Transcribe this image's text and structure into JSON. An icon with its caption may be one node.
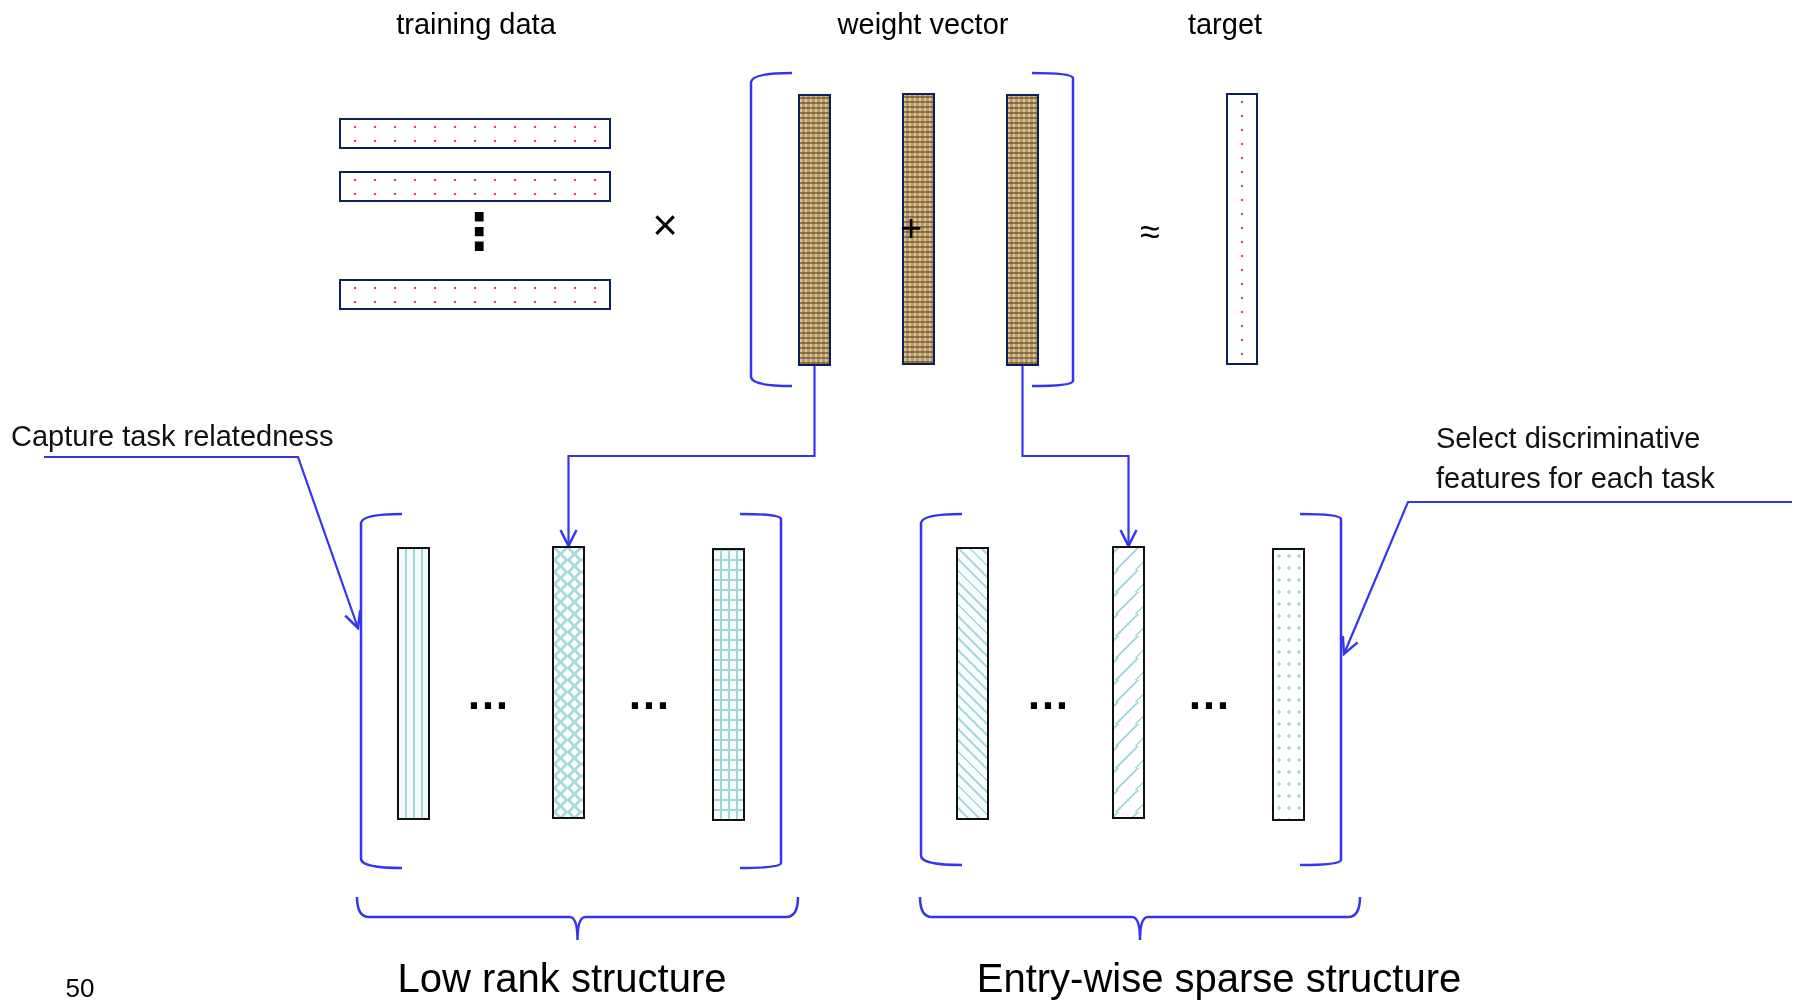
{
  "diagram": {
    "nodes": [
      {
        "text": [],
        "shape": "bar"
      },
      {
        "text": [],
        "shape": "bar"
      },
      {
        "text": [],
        "shape": "bar"
      },
      {
        "text": [],
        "shape": "bracket"
      },
      {
        "text": [],
        "shape": "bar",
        "in": 3
      },
      {
        "text": [],
        "shape": "bar",
        "in": 3
      },
      {
        "text": [],
        "shape": "bar",
        "in": 3
      },
      {
        "text": [],
        "shape": "bar"
      },
      {
        "text": [
          "Capture task relatedness"
        ]
      },
      {
        "text": [
          "Select discriminative features for each task"
        ]
      },
      {
        "text": [],
        "shape": "bracket"
      },
      {
        "text": [],
        "shape": "bar",
        "in": 10
      },
      {
        "text": [],
        "shape": "bar",
        "in": 10
      },
      {
        "text": [],
        "shape": "bar",
        "in": 10
      },
      {
        "text": [],
        "shape": "bracket"
      },
      {
        "text": [],
        "shape": "bar",
        "in": 14
      },
      {
        "text": [],
        "shape": "bar",
        "in": 14
      },
      {
        "text": [],
        "shape": "bar",
        "in": 14
      }
    ],
    "edges": [
      {
        "from": 4,
        "to": 12,
        "arrow": "to"
      },
      {
        "from": 6,
        "to": 16,
        "arrow": "to"
      },
      {
        "from": 8,
        "to": 10,
        "arrow": "to"
      },
      {
        "from": 9,
        "to": 14,
        "arrow": "to"
      }
    ],
    "labels": [
      "training data",
      "weight vector",
      "target",
      "⋮",
      "×",
      "+",
      "≈",
      "…",
      "…",
      "…",
      "…",
      "Low rank structure",
      "Entry-wise sparse structure",
      "50"
    ]
  }
}
